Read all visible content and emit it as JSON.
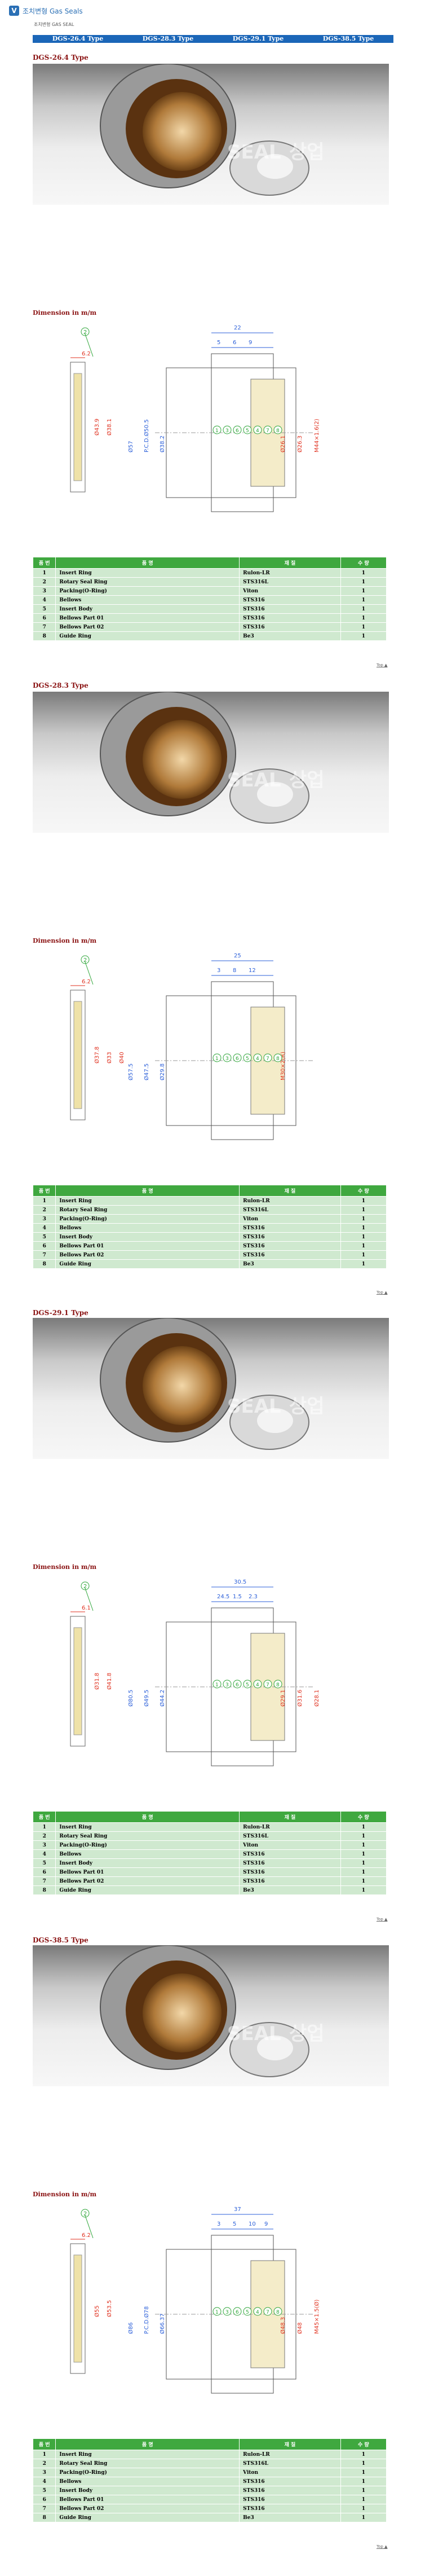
{
  "header": {
    "logo_glyph": "V",
    "title": "조치변형 Gas Seals",
    "breadcrumb": "조치변형 GAS SEAL"
  },
  "tabs": [
    "DGS-26.4 Type",
    "DGS-28.3 Type",
    "DGS-29.1 Type",
    "DGS-38.5 Type"
  ],
  "colors": {
    "tab_bg": "#1b66b8",
    "section_title": "#8a1212",
    "table_header": "#3fa83f",
    "table_row": "#cfe9cf",
    "dim_red": "#e0311f",
    "dim_blue": "#2b5fd9",
    "leader_green": "#2fa63a"
  },
  "watermark": {
    "brand_latin": "SEAL",
    "brand_korean": "상업"
  },
  "columns": {
    "no": "품 번",
    "name": "품 명",
    "material": "재 질",
    "qty": "수 량"
  },
  "top_label": "Top ▲",
  "dimension_label": "Dimension in m/m",
  "sections": [
    {
      "title": "DGS-26.4 Type",
      "leader_left": "2",
      "part_numbers": [
        "1",
        "3",
        "6",
        "5",
        "4",
        "7",
        "8"
      ],
      "labels_top": [
        "22",
        "5",
        "6",
        "9"
      ],
      "labels_left": [
        "6.2",
        "Ø43.9",
        "Ø38.1"
      ],
      "labels_main": [
        "Ø57",
        "P.C.D.Ø50.5",
        "Ø38.2",
        "Ø26.1",
        "Ø26.3",
        "M44×1.6(2)"
      ],
      "parts": [
        [
          "1",
          "Insert Ring",
          "Rulon-LR",
          "1"
        ],
        [
          "2",
          "Rotary Seal Ring",
          "STS316L",
          "1"
        ],
        [
          "3",
          "Packing(O-Ring)",
          "Viton",
          "1"
        ],
        [
          "4",
          "Bellows",
          "STS316",
          "1"
        ],
        [
          "5",
          "Insert Body",
          "STS316",
          "1"
        ],
        [
          "6",
          "Bellows Part 01",
          "STS316",
          "1"
        ],
        [
          "7",
          "Bellows Part 02",
          "STS316",
          "1"
        ],
        [
          "8",
          "Guide Ring",
          "Be3",
          "1"
        ]
      ]
    },
    {
      "title": "DGS-28.3 Type",
      "leader_left": "2",
      "part_numbers": [
        "1",
        "3",
        "6",
        "5",
        "4",
        "7",
        "8"
      ],
      "labels_top": [
        "25",
        "3",
        "8",
        "12"
      ],
      "labels_left": [
        "6.2",
        "Ø37.8",
        "Ø33",
        "Ø40"
      ],
      "labels_main": [
        "Ø57.5",
        "Ø47.5",
        "Ø29.8",
        "M30×2(R)"
      ],
      "parts": [
        [
          "1",
          "Insert Ring",
          "Rulon-LR",
          "1"
        ],
        [
          "2",
          "Rotary Seal Ring",
          "STS316L",
          "1"
        ],
        [
          "3",
          "Packing(O-Ring)",
          "Viton",
          "1"
        ],
        [
          "4",
          "Bellows",
          "STS316",
          "1"
        ],
        [
          "5",
          "Insert Body",
          "STS316",
          "1"
        ],
        [
          "6",
          "Bellows Part 01",
          "STS316",
          "1"
        ],
        [
          "7",
          "Bellows Part 02",
          "STS316",
          "1"
        ],
        [
          "8",
          "Guide Ring",
          "Be3",
          "1"
        ]
      ]
    },
    {
      "title": "DGS-29.1 Type",
      "leader_left": "2",
      "part_numbers": [
        "1",
        "3",
        "6",
        "5",
        "4",
        "7",
        "8"
      ],
      "labels_top": [
        "30.5",
        "24.5",
        "1.5",
        "2.3"
      ],
      "labels_left": [
        "6.1",
        "Ø31.8",
        "Ø41.8"
      ],
      "labels_main": [
        "Ø80.5",
        "Ø49.5",
        "Ø44.2",
        "Ø29.1",
        "Ø31.6",
        "Ø28.1"
      ],
      "parts": [
        [
          "1",
          "Insert Ring",
          "Rulon-LR",
          "1"
        ],
        [
          "2",
          "Rotary Seal Ring",
          "STS316L",
          "1"
        ],
        [
          "3",
          "Packing(O-Ring)",
          "Viton",
          "1"
        ],
        [
          "4",
          "Bellows",
          "STS316",
          "1"
        ],
        [
          "5",
          "Insert Body",
          "STS316",
          "1"
        ],
        [
          "6",
          "Bellows Part 01",
          "STS316",
          "1"
        ],
        [
          "7",
          "Bellows Part 02",
          "STS316",
          "1"
        ],
        [
          "8",
          "Guide Ring",
          "Be3",
          "1"
        ]
      ]
    },
    {
      "title": "DGS-38.5 Type",
      "leader_left": "2",
      "part_numbers": [
        "1",
        "3",
        "6",
        "5",
        "4",
        "7",
        "8"
      ],
      "labels_top": [
        "37",
        "3",
        "5",
        "10",
        "9"
      ],
      "labels_left": [
        "6.2",
        "Ø55",
        "Ø53.5"
      ],
      "labels_main": [
        "Ø86",
        "P.C.D.Ø78",
        "Ø66.37",
        "Ø48.3",
        "Ø48",
        "M45×1.5(Ø)"
      ],
      "parts": [
        [
          "1",
          "Insert Ring",
          "Rulon-LR",
          "1"
        ],
        [
          "2",
          "Rotary Seal Ring",
          "STS316L",
          "1"
        ],
        [
          "3",
          "Packing(O-Ring)",
          "Viton",
          "1"
        ],
        [
          "4",
          "Bellows",
          "STS316",
          "1"
        ],
        [
          "5",
          "Insert Body",
          "STS316",
          "1"
        ],
        [
          "6",
          "Bellows Part 01",
          "STS316",
          "1"
        ],
        [
          "7",
          "Bellows Part 02",
          "STS316",
          "1"
        ],
        [
          "8",
          "Guide Ring",
          "Be3",
          "1"
        ]
      ]
    }
  ]
}
